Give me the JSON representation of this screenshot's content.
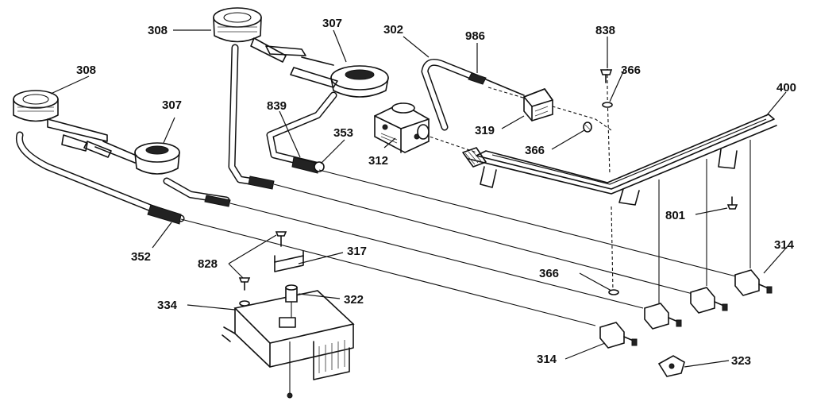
{
  "callouts": [
    {
      "id": "c-308-top",
      "text": "308"
    },
    {
      "id": "c-307-top",
      "text": "307"
    },
    {
      "id": "c-302",
      "text": "302"
    },
    {
      "id": "c-986",
      "text": "986"
    },
    {
      "id": "c-838",
      "text": "838"
    },
    {
      "id": "c-366-top",
      "text": "366"
    },
    {
      "id": "c-400",
      "text": "400"
    },
    {
      "id": "c-308-left",
      "text": "308"
    },
    {
      "id": "c-307-left",
      "text": "307"
    },
    {
      "id": "c-839",
      "text": "839"
    },
    {
      "id": "c-353",
      "text": "353"
    },
    {
      "id": "c-319",
      "text": "319"
    },
    {
      "id": "c-312",
      "text": "312"
    },
    {
      "id": "c-366-mid",
      "text": "366"
    },
    {
      "id": "c-801",
      "text": "801"
    },
    {
      "id": "c-314-right",
      "text": "314"
    },
    {
      "id": "c-352",
      "text": "352"
    },
    {
      "id": "c-828",
      "text": "828"
    },
    {
      "id": "c-317",
      "text": "317"
    },
    {
      "id": "c-366-low",
      "text": "366"
    },
    {
      "id": "c-334",
      "text": "334"
    },
    {
      "id": "c-322",
      "text": "322"
    },
    {
      "id": "c-314-bottom",
      "text": "314"
    },
    {
      "id": "c-323",
      "text": "323"
    }
  ]
}
